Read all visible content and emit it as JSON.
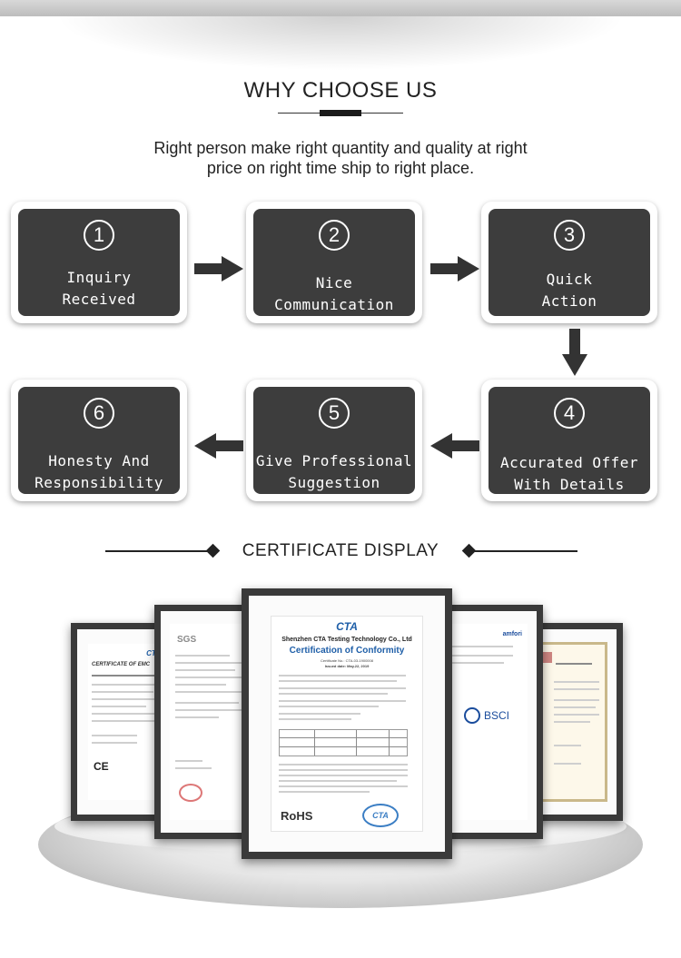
{
  "header": {
    "title": "WHY CHOOSE US",
    "tagline_line1": "Right person make right quantity and quality at right",
    "tagline_line2": "price on right time ship to right place."
  },
  "steps": [
    {
      "num": "1",
      "label": "Inquiry\nReceived"
    },
    {
      "num": "2",
      "label": "Nice\nCommunication"
    },
    {
      "num": "3",
      "label": "Quick\nAction"
    },
    {
      "num": "4",
      "label": "Accurated Offer\nWith Details"
    },
    {
      "num": "5",
      "label": "Give Professional\nSuggestion"
    },
    {
      "num": "6",
      "label": "Honesty And\nResponsibility"
    }
  ],
  "certificates": {
    "title": "CERTIFICATE DISPLAY",
    "center_cert": {
      "logo": "CTA",
      "company": "Shenzhen CTA Testing Technology Co., Ltd",
      "title": "Certification of Conformity",
      "cert_no": "Certificate No.: CTA-03-1900008",
      "issued": "Issued date: May.22, 2019",
      "mark": "RoHS",
      "stamp": "CTA"
    },
    "left_cert": {
      "logo": "CTA",
      "title": "CERTIFICATE OF EMC",
      "mark": "CE"
    },
    "sgs_cert": {
      "logo": "SGS"
    },
    "bsci_cert": {
      "logo": "amfori",
      "mark": "BSCI"
    }
  },
  "colors": {
    "step_box": "#3d3d3d",
    "arrow": "#333333",
    "cta_blue": "#1f5fa8",
    "bsci_blue": "#1a4c9c"
  }
}
